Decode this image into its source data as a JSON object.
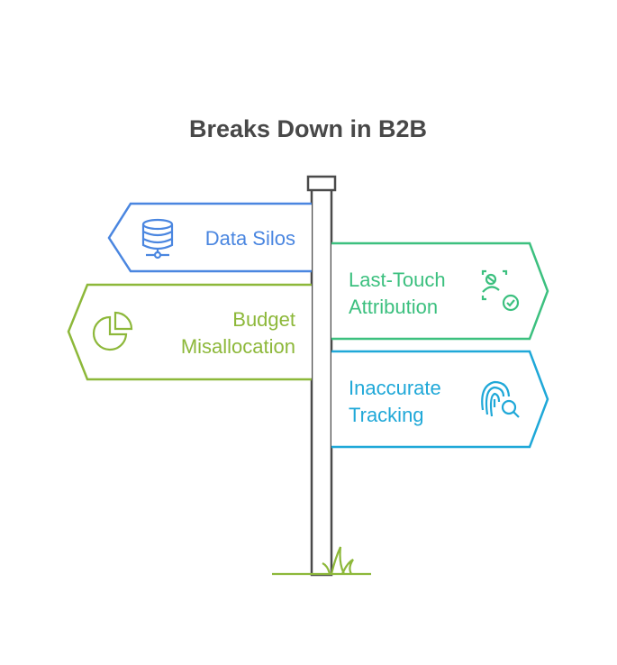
{
  "title": "Breaks Down in B2B",
  "signs": [
    {
      "lines": [
        "Data Silos"
      ],
      "icon": "database-network-icon",
      "color": "#4a86e0",
      "direction": "left"
    },
    {
      "lines": [
        "Last-Touch",
        "Attribution"
      ],
      "icon": "user-focus-check-icon",
      "color": "#3cc07f",
      "direction": "right"
    },
    {
      "lines": [
        "Budget",
        "Misallocation"
      ],
      "icon": "pie-chart-icon",
      "color": "#8db83a",
      "direction": "left"
    },
    {
      "lines": [
        "Inaccurate",
        "Tracking"
      ],
      "icon": "fingerprint-search-icon",
      "color": "#1fa8d8",
      "direction": "right"
    }
  ],
  "colors": {
    "pole": "#4a4a4a",
    "grass": "#8db83a"
  }
}
